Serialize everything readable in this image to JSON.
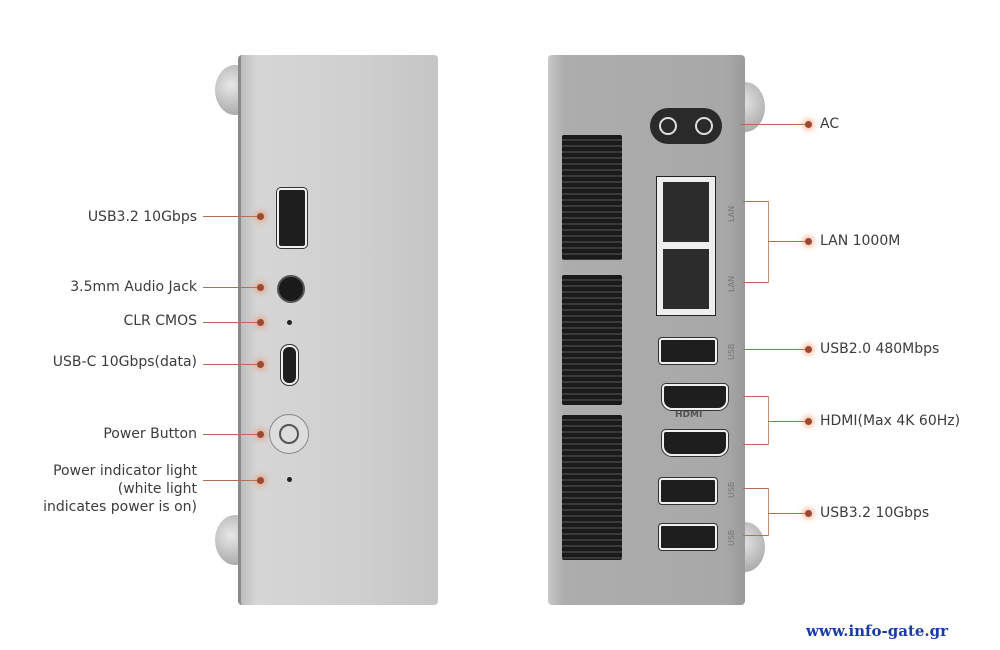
{
  "left_labels": [
    "USB3.2 10Gbps",
    "3.5mm Audio Jack",
    "CLR CMOS",
    "USB-C 10Gbps(data)",
    "Power Button"
  ],
  "power_indicator": [
    "Power indicator light",
    "(white light",
    "indicates power is on)"
  ],
  "right_labels": {
    "ac": "AC",
    "lan": "LAN 1000M",
    "usb2": "USB2.0 480Mbps",
    "hdmi": "HDMI(Max 4K 60Hz)",
    "usb3": "USB3.2 10Gbps"
  },
  "port_markings": {
    "lan": "LAN",
    "usb": "USB",
    "hdmi": "HDMI"
  },
  "watermark": "www.info-gate.gr",
  "colors": {
    "leader": "#b07055",
    "dot": "#9a4a30",
    "watermark": "#1a3aa8"
  }
}
